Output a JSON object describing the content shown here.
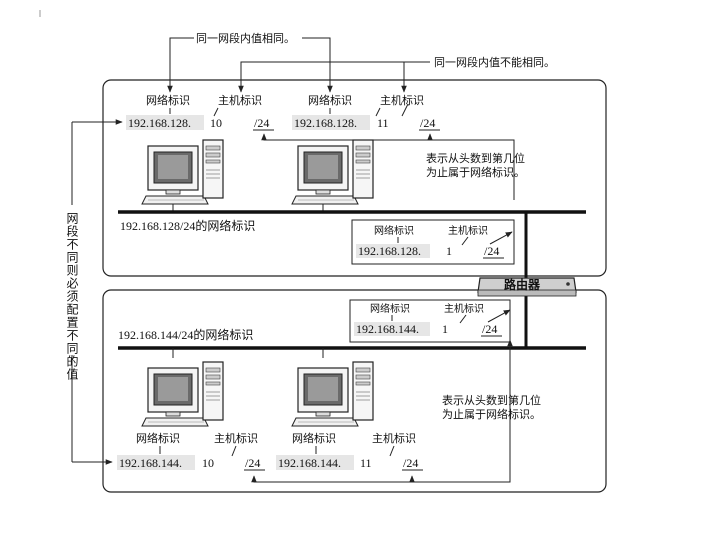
{
  "labels": {
    "same_net": "同一网段内值相同。",
    "host_diff": "同一网段内值不能相同。",
    "net_id": "网络标识",
    "host_id": "主机标识",
    "prefix_note_1": "表示从头数到第几位",
    "prefix_note_2": "为止属于网络标识。",
    "router": "路由器",
    "side_note": "网段不同则必须配置不同的值",
    "top_segment": "192.168.128/24的网络标识",
    "bottom_segment": "192.168.144/24的网络标识"
  },
  "top_hosts": [
    {
      "net": "192.168.128.",
      "host": "10",
      "prefix": "/24"
    },
    {
      "net": "192.168.128.",
      "host": "11",
      "prefix": "/24"
    }
  ],
  "top_router_if": {
    "net": "192.168.128.",
    "host": "1",
    "prefix": "/24"
  },
  "bottom_router_if": {
    "net": "192.168.144.",
    "host": "1",
    "prefix": "/24"
  },
  "bottom_hosts": [
    {
      "net": "192.168.144.",
      "host": "10",
      "prefix": "/24"
    },
    {
      "net": "192.168.144.",
      "host": "11",
      "prefix": "/24"
    }
  ]
}
